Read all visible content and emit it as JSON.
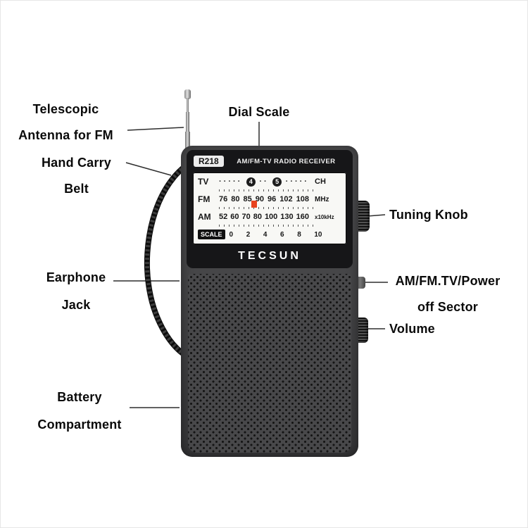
{
  "labels": {
    "telescopic_antenna_line1": "Telescopic",
    "telescopic_antenna_line2": "Antenna for FM",
    "hand_carry_line1": "Hand Carry",
    "hand_carry_line2": "Belt",
    "dial_scale": "Dial Scale",
    "tuning_knob": "Tuning Knob",
    "power_sector_line1": "AM/FM.TV/Power",
    "power_sector_line2": "off Sector",
    "volume": "Volume",
    "earphone_line1": "Earphone",
    "earphone_line2": "Jack",
    "battery_line1": "Battery",
    "battery_line2": "Compartment"
  },
  "radio": {
    "model": "R218",
    "receiver_title": "AM/FM-TV RADIO RECEIVER",
    "brand": "TECSUN",
    "dial": {
      "tv": {
        "band": "TV",
        "dots_left": "·····",
        "preset_a": "4",
        "dots_mid": "··",
        "preset_b": "5",
        "dots_right": "·····",
        "ch": "CH"
      },
      "fm": {
        "band": "FM",
        "values": [
          "76",
          "80",
          "85",
          "90",
          "96",
          "102",
          "108"
        ],
        "unit": "MHz"
      },
      "am": {
        "band": "AM",
        "values": [
          "52",
          "60",
          "70",
          "80",
          "100",
          "130",
          "160"
        ],
        "unit": "x10kHz"
      },
      "scale": {
        "band": "SCALE",
        "values": [
          "0",
          "2",
          "4",
          "6",
          "8",
          "10"
        ]
      }
    }
  }
}
